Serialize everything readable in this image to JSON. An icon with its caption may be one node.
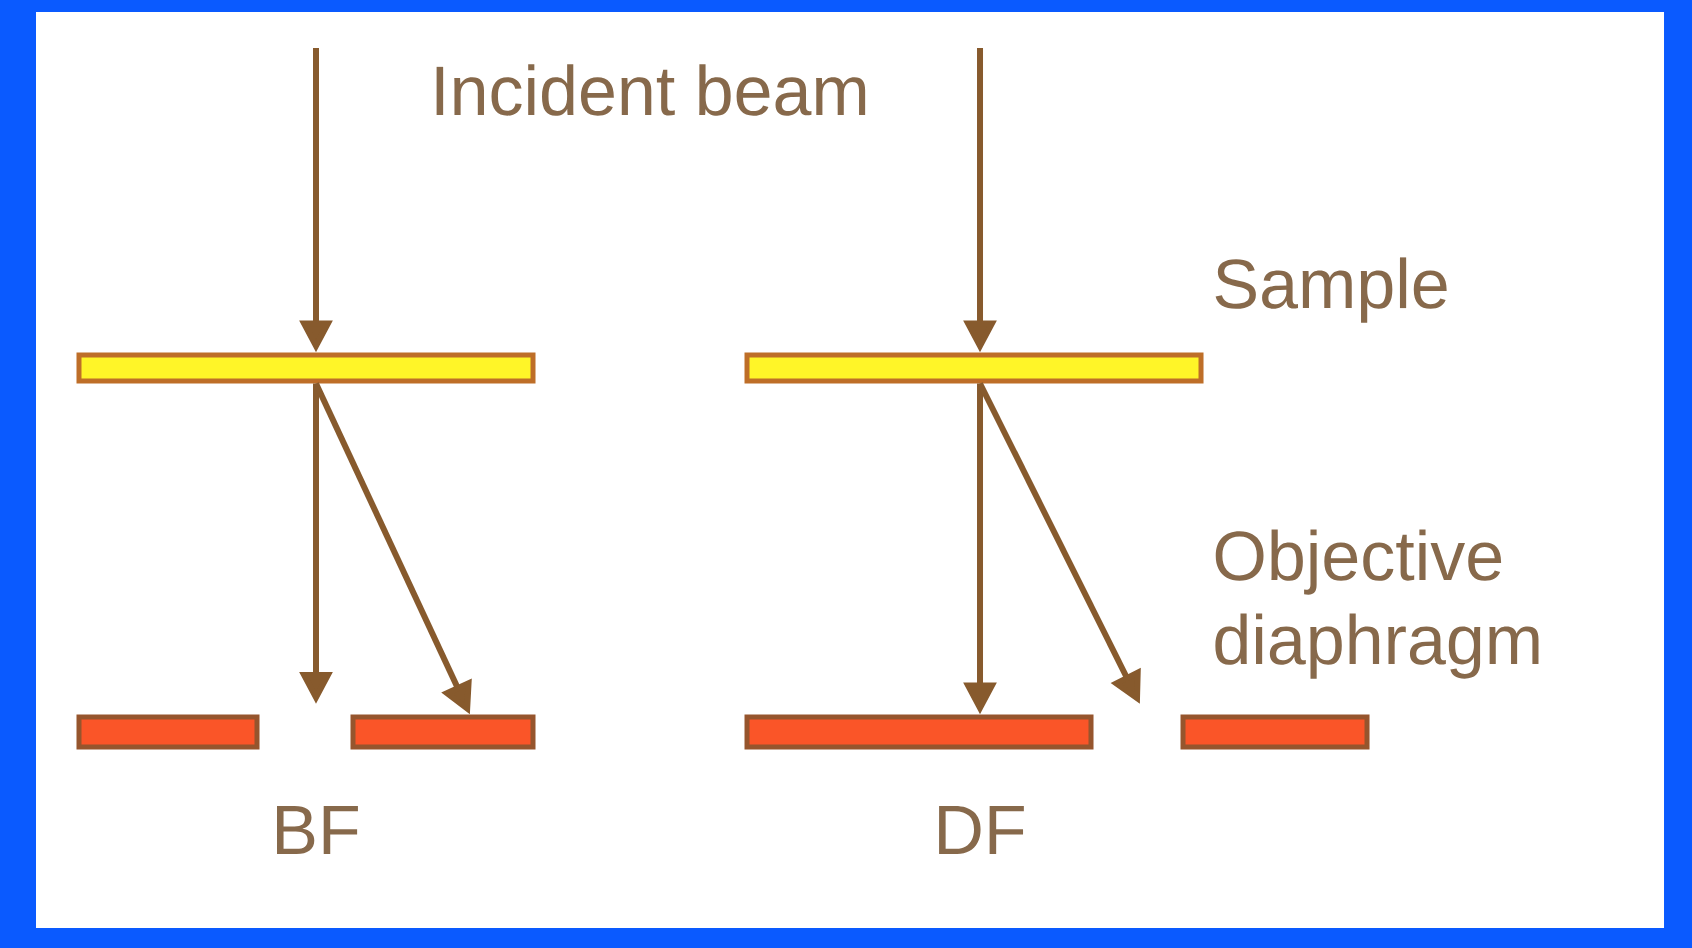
{
  "diagram": {
    "nodes": [
      {
        "text": [],
        "shape": "bar"
      },
      {
        "text": [],
        "shape": "bar"
      },
      {
        "text": [],
        "shape": "bar"
      },
      {
        "text": [],
        "shape": "bar"
      },
      {
        "text": [],
        "shape": "bar"
      },
      {
        "text": [],
        "shape": "bar"
      }
    ],
    "edges": [
      {
        "from": null,
        "to": 0,
        "arrow": "to"
      },
      {
        "from": null,
        "to": 1,
        "arrow": "to"
      },
      {
        "from": 0,
        "to": null,
        "arrow": "to"
      },
      {
        "from": 0,
        "to": 3,
        "arrow": "to"
      },
      {
        "from": 1,
        "to": 4,
        "arrow": "to"
      },
      {
        "from": 1,
        "to": null,
        "arrow": "to"
      }
    ],
    "labels": [
      "Incident beam",
      "Sample",
      "Objective diaphragm",
      "BF",
      "DF"
    ]
  }
}
